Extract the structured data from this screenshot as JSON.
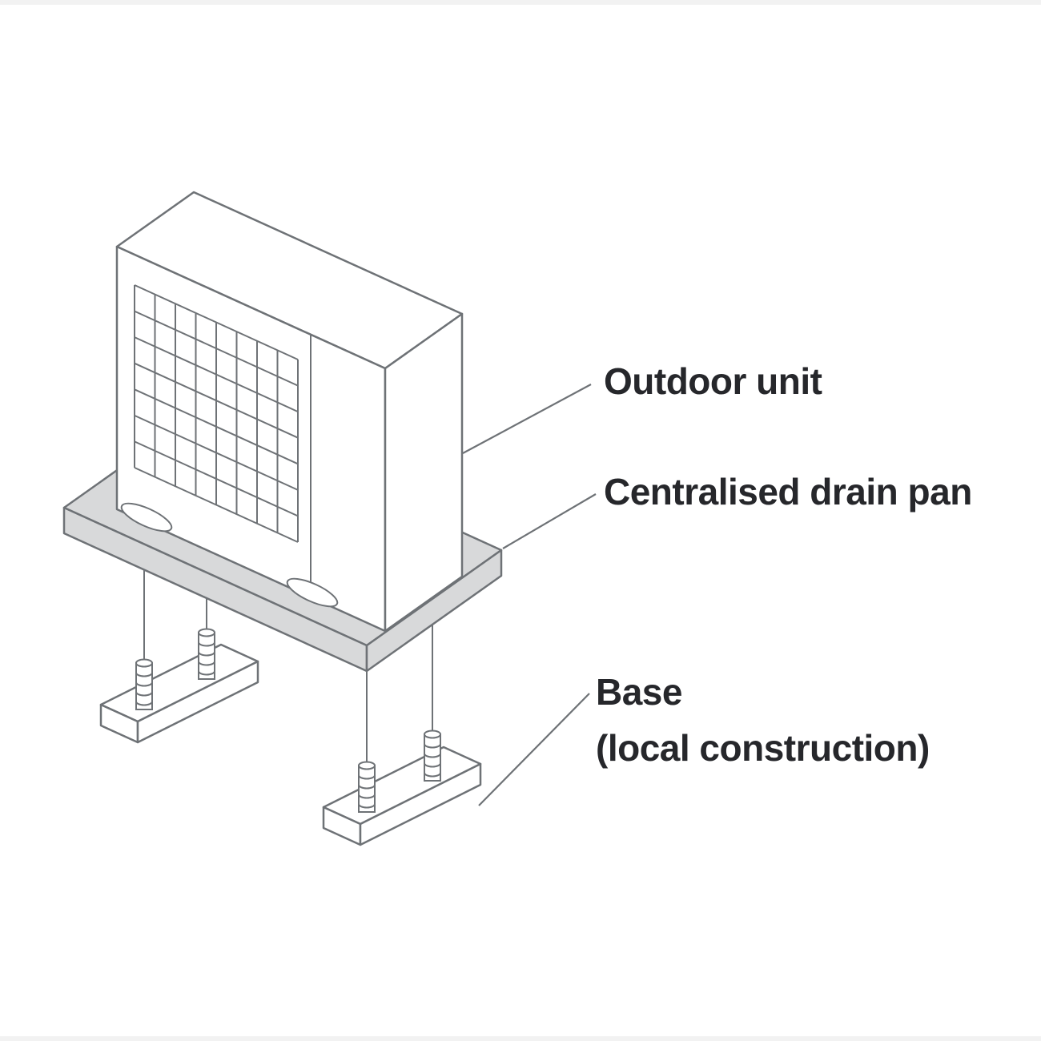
{
  "diagram": {
    "colors": {
      "line": "#6e7276",
      "pan_fill": "#d8d9da",
      "text": "#26272b",
      "background": "#ffffff"
    },
    "labels": {
      "outdoor_unit": "Outdoor unit",
      "drain_pan": "Centralised drain pan",
      "base_line1": "Base",
      "base_line2": "(local construction)"
    }
  }
}
